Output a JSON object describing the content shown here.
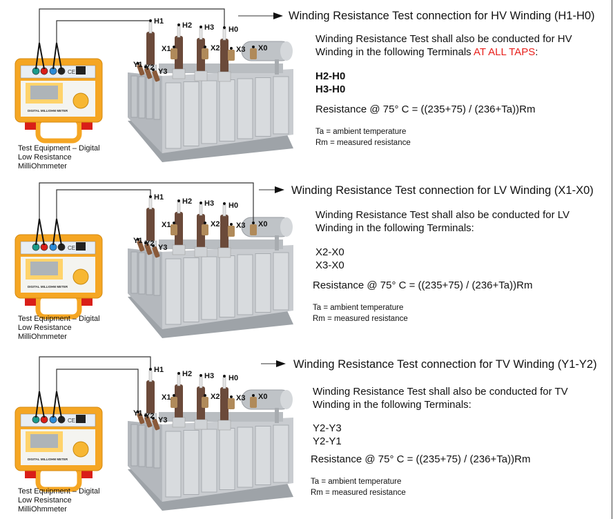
{
  "terminals": [
    "H1",
    "H2",
    "H3",
    "H0",
    "X1",
    "X2",
    "X3",
    "X0",
    "Y1",
    "Y2",
    "Y3"
  ],
  "meter_label": "DIGITAL MILLIOHM METER",
  "colors": {
    "accent_text": "#e8201c",
    "meter_body": "#f5a623",
    "bushing": "#6b4a3a",
    "tank": "#c9ccd0"
  },
  "sections": [
    {
      "title": "Winding Resistance Test connection for HV Winding (H1-H0)",
      "body_line1": "Winding Resistance Test shall also be conducted for HV",
      "body_line2": "Winding in the following Terminals ",
      "body_highlight": "AT  ALL TAPS",
      "body_end": ":",
      "taps": [
        "H2-H0",
        "H3-H0"
      ],
      "formula": "Resistance @ 75° C = ((235+75) / (236+Ta))Rm",
      "notes": [
        "Ta = ambient temperature",
        "Rm = measured resistance"
      ],
      "caption": [
        "Test Equipment – Digital",
        "Low Resistance",
        "MilliOhmmeter"
      ]
    },
    {
      "title": "Winding Resistance Test connection for LV Winding (X1-X0)",
      "body_line1": "Winding Resistance Test shall also be conducted for LV",
      "body_line2": "Winding in the following Terminals:",
      "taps": [
        "X2-X0",
        "X3-X0"
      ],
      "formula": "Resistance @ 75° C = ((235+75) / (236+Ta))Rm",
      "notes": [
        "Ta = ambient temperature",
        "Rm = measured resistance"
      ],
      "caption": [
        "Test Equipment – Digital",
        "Low Resistance",
        "MilliOhmmeter"
      ]
    },
    {
      "title": "Winding Resistance Test connection for TV Winding (Y1-Y2)",
      "body_line1": "Winding Resistance Test shall also be conducted for TV",
      "body_line2": "Winding in the following Terminals:",
      "taps": [
        "Y2-Y3",
        "Y2-Y1"
      ],
      "formula": "Resistance @ 75° C = ((235+75) / (236+Ta))Rm",
      "notes": [
        "Ta = ambient temperature",
        "Rm = measured resistance"
      ],
      "caption": [
        "Test Equipment – Digital",
        "Low Resistance",
        "MilliOhmmeter"
      ]
    }
  ]
}
